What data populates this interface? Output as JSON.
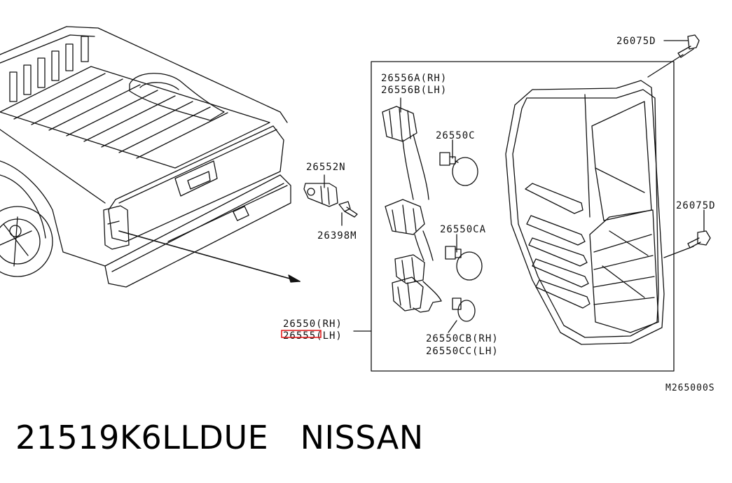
{
  "diagram": {
    "ref_code": "M265000S",
    "labels": {
      "bolt_top": "26075D",
      "bolt_right": "26075D",
      "socket_a": "26556A(RH)",
      "socket_b": "26556B(LH)",
      "bulb_c": "26550C",
      "bracket": "26552N",
      "clip": "26398M",
      "bulb_ca": "26550CA",
      "lamp_rh": "26550(RH)",
      "lamp_lh": "26555(LH)",
      "bulb_cb": "26550CB(RH)",
      "bulb_cc": "26550CC(LH)"
    },
    "highlight_color": "#e01010"
  },
  "caption": {
    "part_number": "21519K6LLDUE",
    "brand": "NISSAN"
  }
}
